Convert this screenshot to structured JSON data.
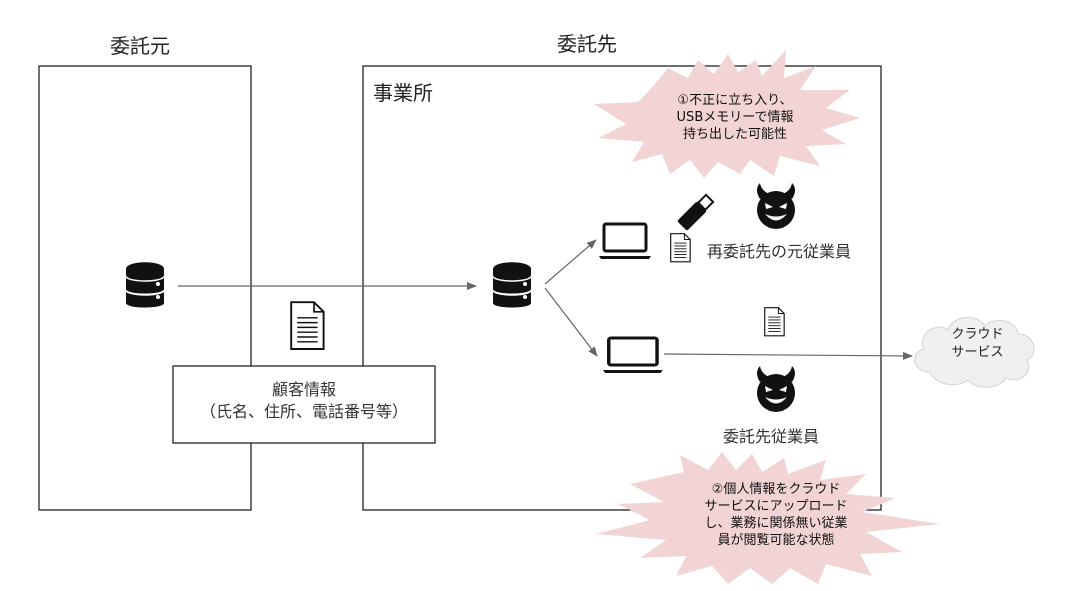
{
  "diagram": {
    "labels": {
      "consignor": "委託元",
      "consignee": "委託先",
      "office": "事業所",
      "customer_info_line1": "顧客情報",
      "customer_info_line2": "（氏名、住所、電話番号等）",
      "former_subcontractor": "再委託先の元従業員",
      "consignee_employee": "委託先従業員",
      "cloud_line1": "クラウド",
      "cloud_line2": "サービス"
    },
    "callouts": {
      "one": {
        "lines": [
          "①不正に立ち入り、",
          "USBメモリーで情報",
          "持ち出した可能性"
        ]
      },
      "two": {
        "lines": [
          "②個人情報をクラウド",
          "サービスにアップロード",
          "し、業務に関係無い従業",
          "員が閲覧可能な状態"
        ]
      }
    },
    "icons": [
      "database-icon",
      "document-icon",
      "laptop-icon",
      "usb-drive-icon",
      "devil-icon",
      "cloud-icon"
    ],
    "colors": {
      "burst_fill": "#f2d4d4",
      "cloud_fill": "#f0f0f0",
      "line": "#666666",
      "icon": "#111111"
    }
  }
}
